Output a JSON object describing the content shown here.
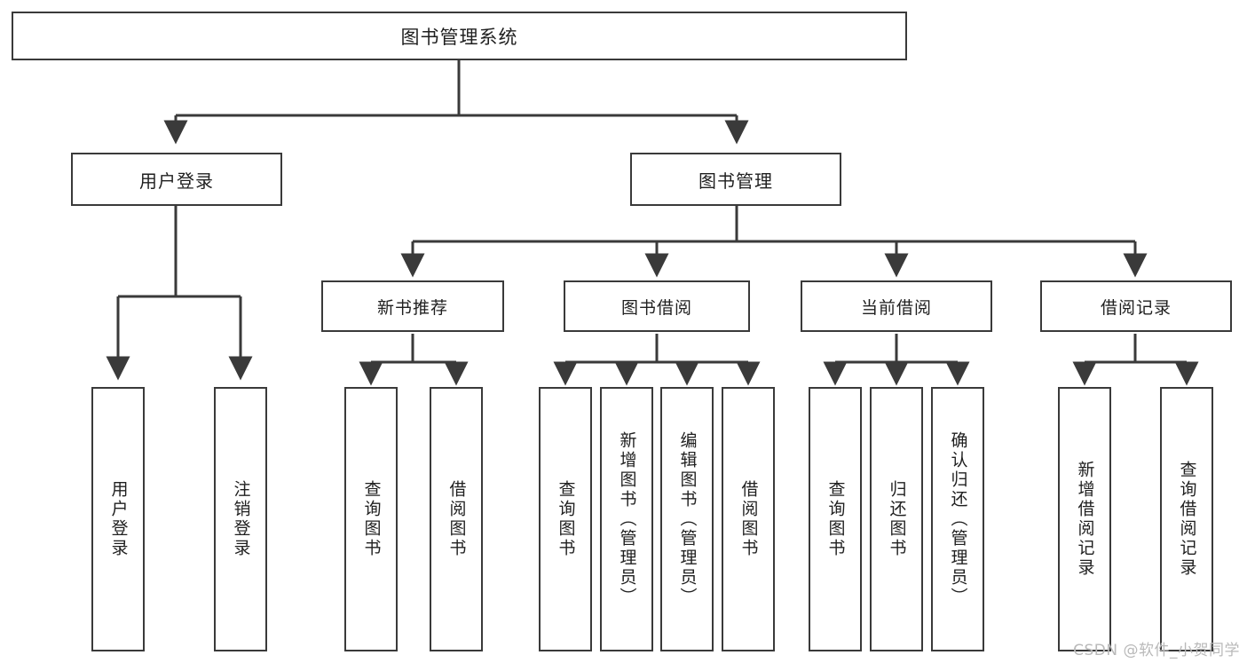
{
  "diagram": {
    "type": "tree",
    "title": "图书管理系统",
    "orientation": "top-down",
    "watermark": "CSDN @软件_小贺同学",
    "colors": {
      "background": "#ffffff",
      "box_border": "#3a3a3a",
      "box_fill": "#ffffff",
      "edge": "#3a3a3a",
      "text": "#1f1f1f",
      "watermark": "#b9b9b9"
    }
  },
  "nodes": {
    "root": {
      "label": "图书管理系统"
    },
    "level2": [
      {
        "id": "user-login",
        "label": "用户登录"
      },
      {
        "id": "book-manage",
        "label": "图书管理"
      }
    ],
    "level3": [
      {
        "id": "new-book-recommend",
        "label": "新书推荐"
      },
      {
        "id": "book-borrow",
        "label": "图书借阅"
      },
      {
        "id": "current-borrow",
        "label": "当前借阅"
      },
      {
        "id": "borrow-record",
        "label": "借阅记录"
      }
    ],
    "leaves": {
      "user-login": [
        {
          "id": "leaf-user-login",
          "label": "用户登录"
        },
        {
          "id": "leaf-logout-login",
          "label": "注销登录"
        }
      ],
      "new-book-recommend": [
        {
          "id": "leaf-query-book-1",
          "label": "查询图书"
        },
        {
          "id": "leaf-borrow-book-1",
          "label": "借阅图书"
        }
      ],
      "book-borrow": [
        {
          "id": "leaf-query-book-2",
          "label": "查询图书"
        },
        {
          "id": "leaf-add-book",
          "label": "新增图书（管理员）"
        },
        {
          "id": "leaf-edit-book",
          "label": "编辑图书（管理员）"
        },
        {
          "id": "leaf-borrow-book-2",
          "label": "借阅图书"
        }
      ],
      "current-borrow": [
        {
          "id": "leaf-query-book-3",
          "label": "查询图书"
        },
        {
          "id": "leaf-return-book",
          "label": "归还图书"
        },
        {
          "id": "leaf-confirm-return",
          "label": "确认归还（管理员）"
        }
      ],
      "borrow-record": [
        {
          "id": "leaf-add-record",
          "label": "新增借阅记录"
        },
        {
          "id": "leaf-query-record",
          "label": "查询借阅记录"
        }
      ]
    }
  }
}
